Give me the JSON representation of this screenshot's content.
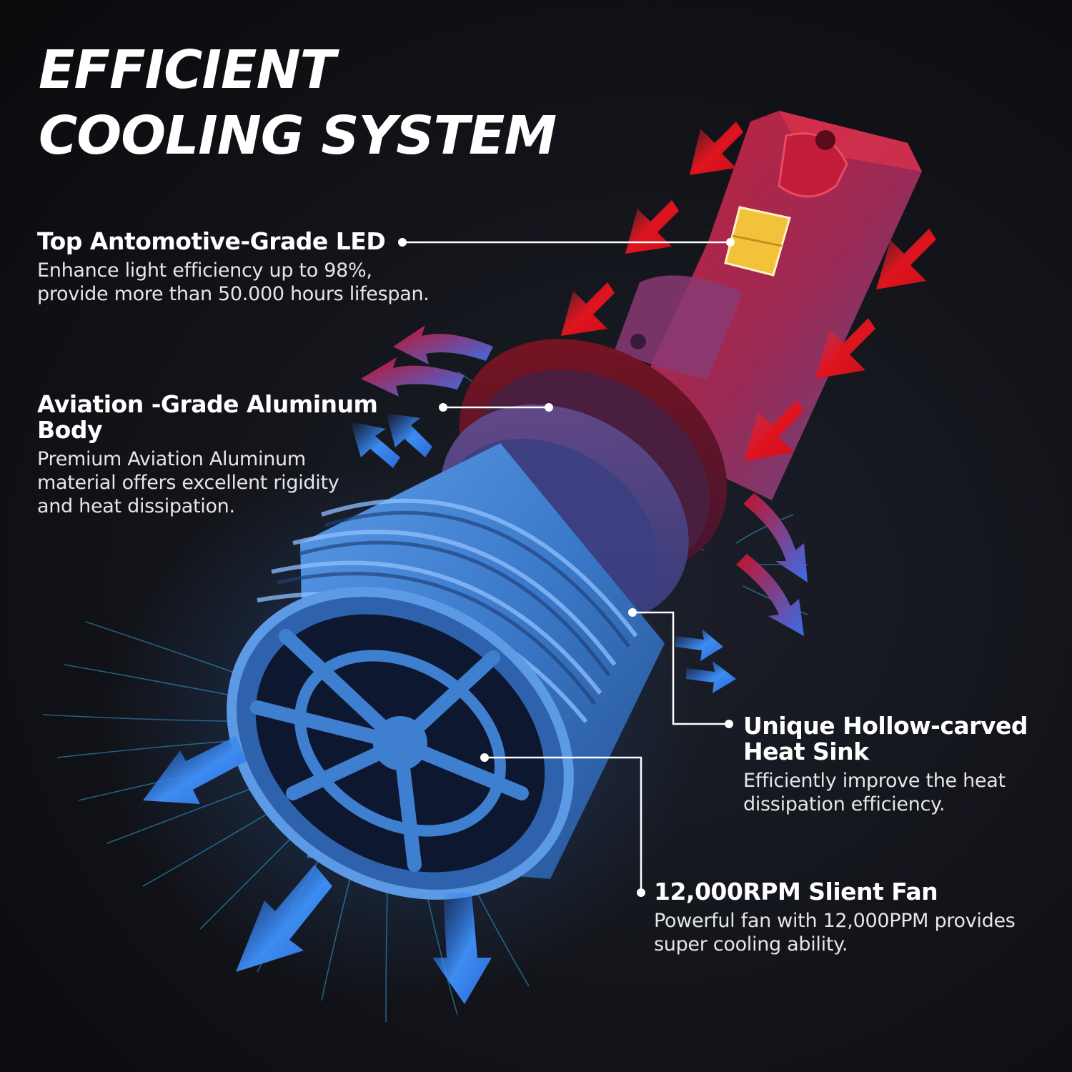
{
  "title": {
    "line1": "EFFICIENT",
    "line2": "COOLING SYSTEM"
  },
  "features": {
    "led": {
      "heading": "Top Antomotive-Grade LED",
      "desc_line1": "Enhance light efficiency  up to 98%,",
      "desc_line2": "provide more than 50.000 hours lifespan."
    },
    "body": {
      "heading": "Aviation -Grade Aluminum Body",
      "desc_line1": "Premium Aviation Aluminum",
      "desc_line2": "material offers excellent rigidity",
      "desc_line3": "and heat dissipation."
    },
    "heat_sink": {
      "heading_line1": "Unique Hollow-carved",
      "heading_line2": "Heat Sink",
      "desc_line1": "Efficiently improve the heat",
      "desc_line2": "dissipation efficiency."
    },
    "fan": {
      "heading": "12,000RPM Slient Fan",
      "desc_line1": "Powerful fan with 12,000PPM provides",
      "desc_line2": "super cooling ability."
    }
  },
  "colors": {
    "hot_arrow": "#d2101c",
    "cool_arrow": "#2f7fe6",
    "housing_red": "#b0233c",
    "housing_purple": "#6a4a86",
    "fan_blue": "#3a78c8",
    "led_yellow": "#f2c23a",
    "callout_line": "#ffffff"
  }
}
